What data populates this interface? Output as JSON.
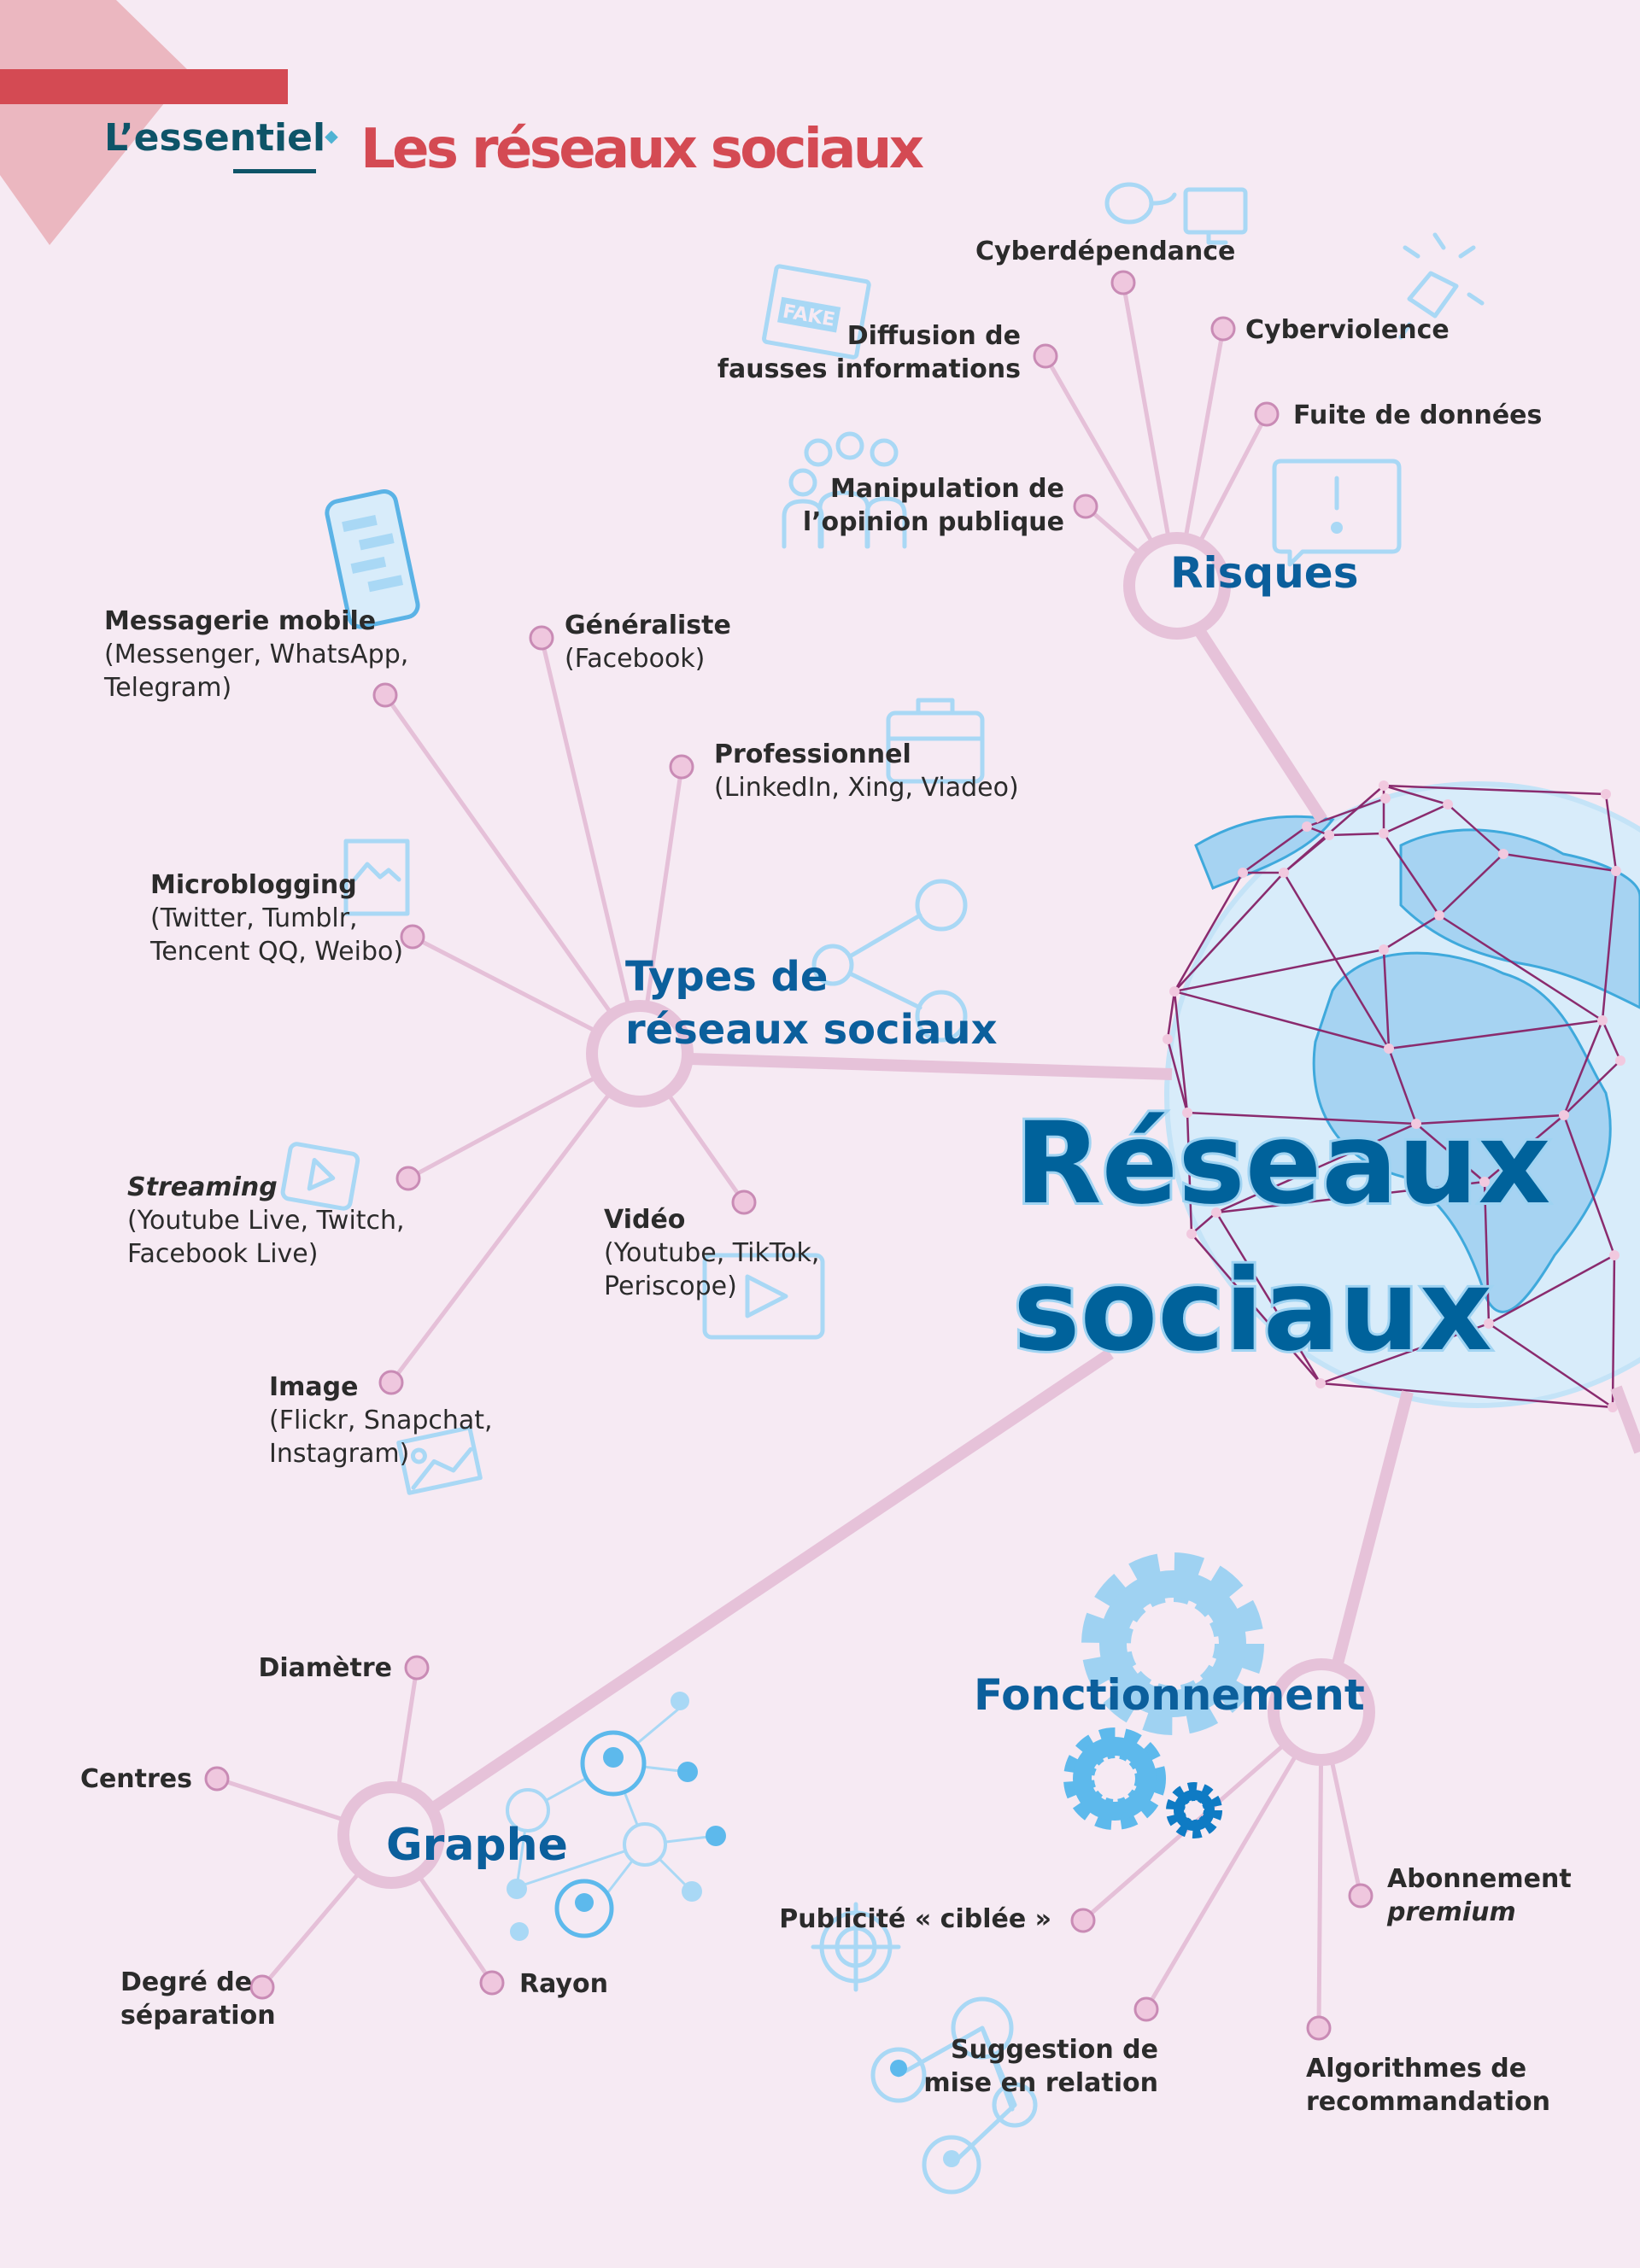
{
  "header": {
    "section": "L’essentiel",
    "title": "Les réseaux sociaux"
  },
  "colors": {
    "accent_red": "#d44a53",
    "title_blue": "#0b5f9c",
    "section_teal": "#0e5468",
    "background": "#f6eaf3",
    "line_pink": "#e6c2d9",
    "icon_blue": "#a9d8f5"
  },
  "center": {
    "line1": "Réseaux",
    "line2": "sociaux"
  },
  "types": {
    "title1": "Types de",
    "title2": "réseaux sociaux",
    "messagerie": {
      "title": "Messagerie mobile",
      "l1": "(Messenger, WhatsApp,",
      "l2": "Telegram)"
    },
    "generaliste": {
      "title": "Généraliste",
      "l1": "(Facebook)"
    },
    "professionnel": {
      "title": "Professionnel",
      "l1": "(LinkedIn, Xing, Viadeo)"
    },
    "microblogging": {
      "title": "Microblogging",
      "l1": "(Twitter,  Tumblr,",
      "l2": "Tencent QQ, Weibo)"
    },
    "streaming": {
      "title": "Streaming",
      "l1": "(Youtube Live, Twitch,",
      "l2": "Facebook Live)"
    },
    "video": {
      "title": "Vidéo",
      "l1": "(Youtube, TikTok,",
      "l2": "Periscope)"
    },
    "image": {
      "title": "Image",
      "l1": "(Flickr, Snapchat,",
      "l2": "Instagram)"
    }
  },
  "risques": {
    "title": "Risques",
    "cyberdependance": "Cyberdépendance",
    "diffusion1": "Diffusion de",
    "diffusion2": "fausses informations",
    "fake_label": "FAKE",
    "cyberviolence": "Cyberviolence",
    "fuite": "Fuite de données",
    "manipulation1": "Manipulation de",
    "manipulation2": "l’opinion publique"
  },
  "fonctionnement": {
    "title": "Fonctionnement",
    "abonnement1": "Abonnement",
    "abonnement2": "premium",
    "algorithmes1": "Algorithmes de",
    "algorithmes2": "recommandation",
    "suggestion1": "Suggestion de",
    "suggestion2": "mise en relation",
    "publicite": "Publicité « ciblée »"
  },
  "graphe": {
    "title": "Graphe",
    "diametre": "Diamètre",
    "centres": "Centres",
    "degre1": "Degré de",
    "degre2": "séparation",
    "rayon": "Rayon"
  }
}
